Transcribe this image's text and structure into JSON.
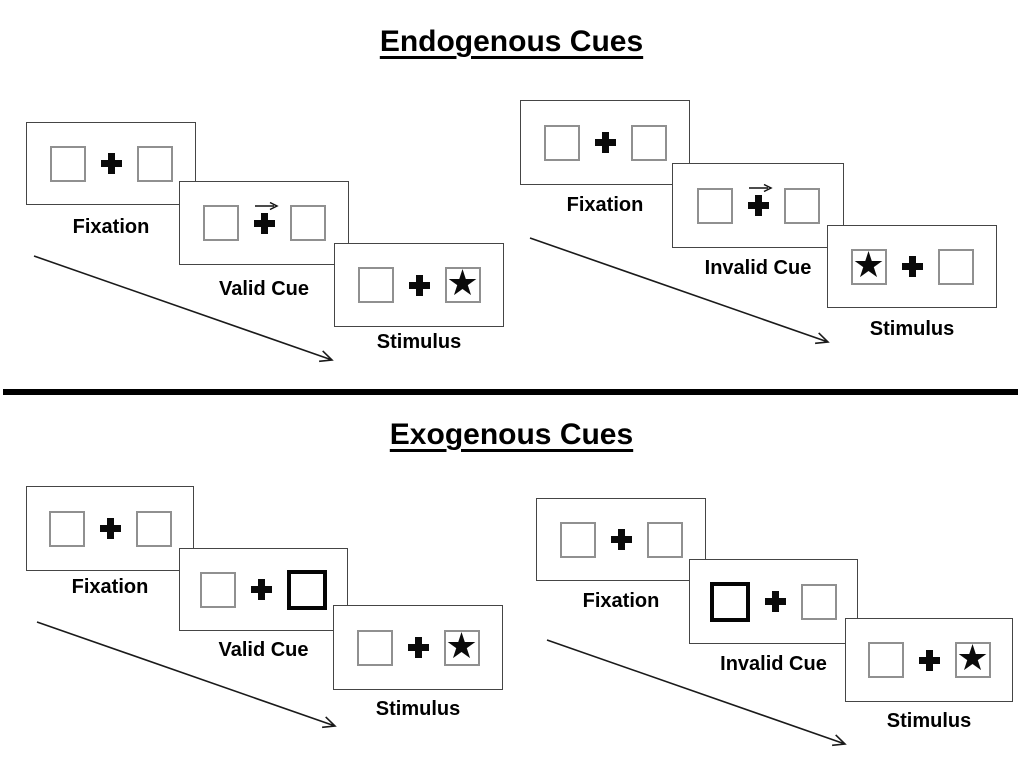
{
  "figure": {
    "background": "#ffffff",
    "divider_color": "#000000"
  },
  "colors": {
    "ink": "#000000",
    "panel_border": "#454545",
    "placeholder_box_border": "#909090",
    "highlight_box_border": "#050505",
    "arrow": "#1a1a1a"
  },
  "icons": {
    "star": "★",
    "fixation_cross": "+",
    "cue_arrow": "→"
  },
  "sections": {
    "endogenous": {
      "title": "Endogenous Cues",
      "valid_trial": {
        "fixation_label": "Fixation",
        "cue_label": "Valid Cue",
        "stimulus_label": "Stimulus",
        "cue_type": "central-arrow-right",
        "stimulus_side": "right"
      },
      "invalid_trial": {
        "fixation_label": "Fixation",
        "cue_label": "Invalid Cue",
        "stimulus_label": "Stimulus",
        "cue_type": "central-arrow-right",
        "stimulus_side": "left"
      }
    },
    "exogenous": {
      "title": "Exogenous Cues",
      "valid_trial": {
        "fixation_label": "Fixation",
        "cue_label": "Valid Cue",
        "stimulus_label": "Stimulus",
        "cue_type": "peripheral-box-highlight-right",
        "stimulus_side": "right"
      },
      "invalid_trial": {
        "fixation_label": "Fixation",
        "cue_label": "Invalid Cue",
        "stimulus_label": "Stimulus",
        "cue_type": "peripheral-box-highlight-left",
        "stimulus_side": "right"
      }
    }
  }
}
